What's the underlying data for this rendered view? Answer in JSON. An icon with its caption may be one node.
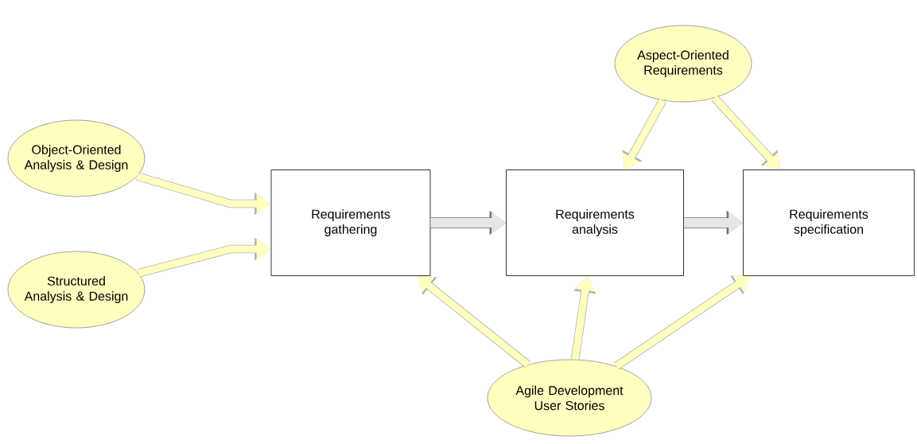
{
  "diagram": {
    "nodes": [
      {
        "text": [
          "Aspect-Oriented Requirements"
        ]
      },
      {
        "text": [
          "Object-Oriented Analysis & Design"
        ]
      },
      {
        "text": [
          "Requirements gathering"
        ]
      },
      {
        "text": [
          "Requirements analysis"
        ]
      },
      {
        "text": [
          "Requirements specification"
        ]
      },
      {
        "text": [
          "Structured Analysis & Design"
        ]
      },
      {
        "text": [
          "Agile Development User Stories"
        ]
      }
    ],
    "edges": [
      {
        "from": 1,
        "to": 2,
        "arrow": "to"
      },
      {
        "from": 5,
        "to": 2,
        "arrow": "to"
      },
      {
        "from": 2,
        "to": 3,
        "arrow": "to",
        "color": "#e6e6e6"
      },
      {
        "from": 3,
        "to": 4,
        "arrow": "to",
        "color": "#e6e6e6"
      },
      {
        "from": 0,
        "to": 3,
        "arrow": "to"
      },
      {
        "from": 0,
        "to": 4,
        "arrow": "to"
      },
      {
        "from": 6,
        "to": 2,
        "arrow": "to"
      },
      {
        "from": 6,
        "to": 3,
        "arrow": "to"
      },
      {
        "from": 6,
        "to": 4,
        "arrow": "to"
      }
    ]
  }
}
